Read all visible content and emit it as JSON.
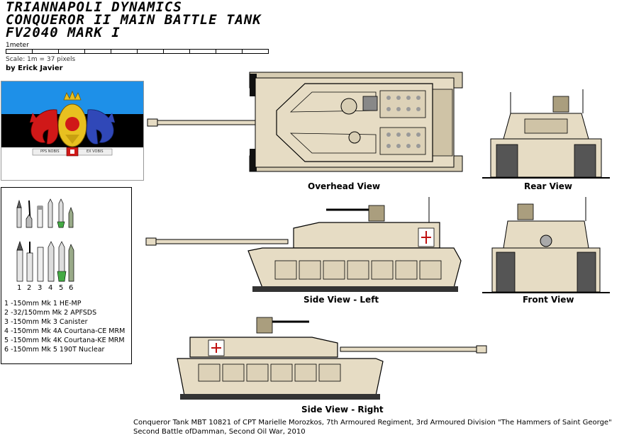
{
  "header": {
    "title_line1": "TRIANNAPOLI DYNAMICS",
    "title_line2": "CONQUEROR II MAIN BATTLE TANK",
    "title_line3": "FV2040 MARK I",
    "ruler_label": "1meter",
    "scale_text": "Scale: 1m = 37 pixels",
    "author": "by Erick Javier"
  },
  "flag": {
    "colors": {
      "top": "#1e90e8",
      "middle": "#000000",
      "bottom": "#ffffff",
      "eagle": "#e8c020",
      "dragon_left": "#d01818",
      "dragon_right": "#3048b8"
    },
    "banner_left": "PPS NOBIS",
    "banner_right": "EX VOBIS"
  },
  "legend": {
    "numbers": [
      "1",
      "2",
      "3",
      "4",
      "5",
      "6"
    ],
    "items": [
      "1 -150mm Mk 1 HE-MP",
      "2 -32/150mm Mk 2 APFSDS",
      "3 -150mm Mk 3 Canister",
      "4 -150mm Mk 4A Courtana-CE MRM",
      "5 -150mm Mk 4K Courtana-KE MRM",
      "6 -150mm Mk 5 190T Nuclear"
    ]
  },
  "views": {
    "overhead": "Overhead View",
    "rear": "Rear View",
    "side_left": "Side View - Left",
    "front": "Front View",
    "side_right": "Side View - Right"
  },
  "footer": {
    "line1": "Conqueror Tank MBT 10821 of CPT Marielle Morozkos, 7th Armoured Regiment, 3rd Armoured Division \"The Hammers of Saint George\"",
    "line2": "Second Battle ofDamman, Second Oil War, 2010"
  },
  "colors": {
    "tank_body": "#e6dcc4",
    "tank_shade": "#cfc3a6",
    "outline": "#000000",
    "cross": "#c01010"
  }
}
